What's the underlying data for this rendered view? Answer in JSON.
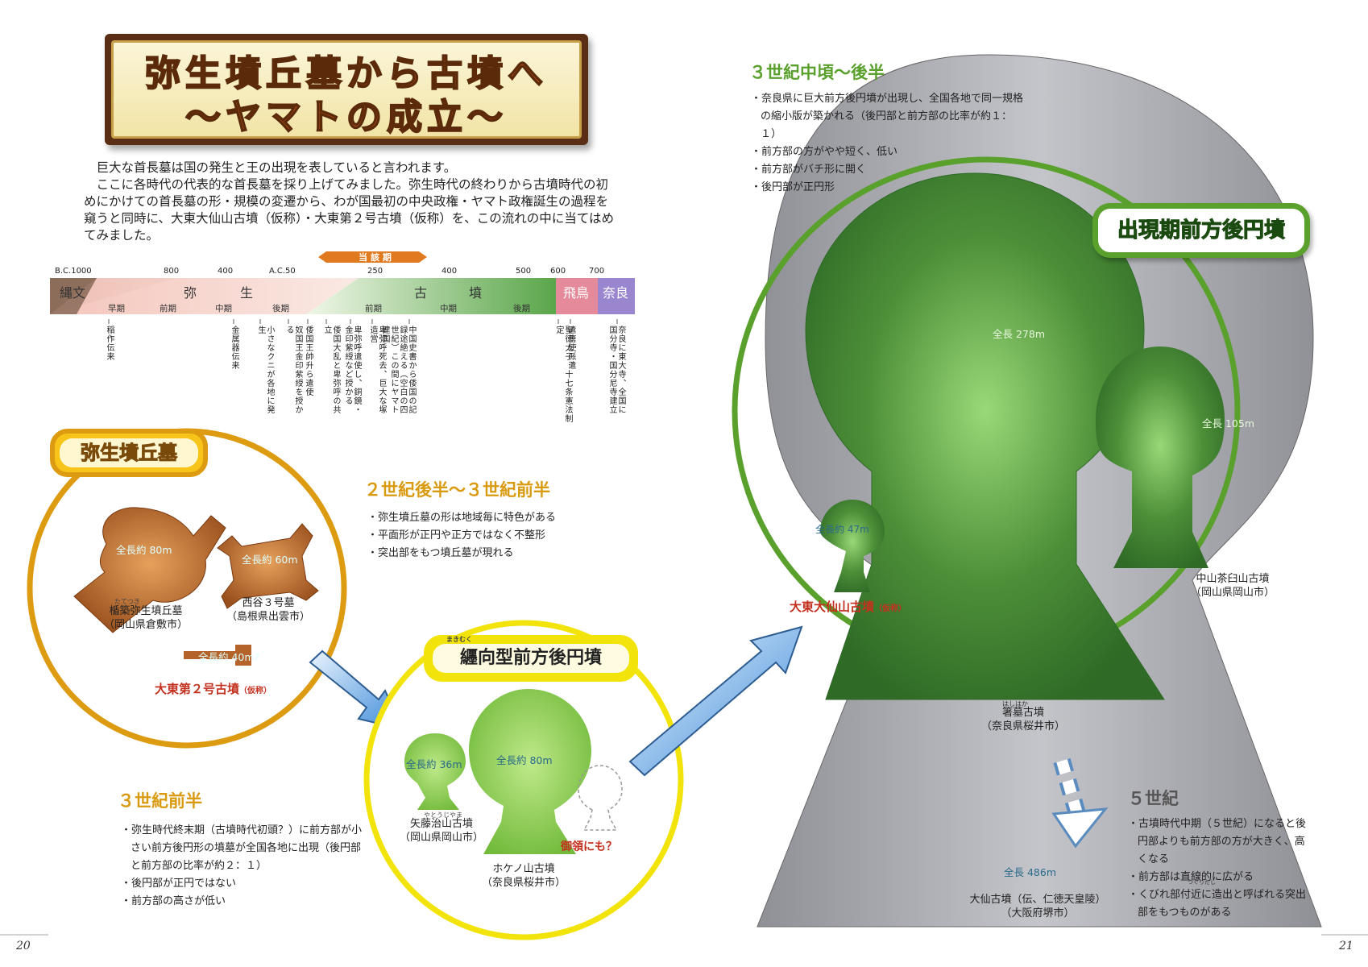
{
  "title": {
    "line1": "弥生墳丘墓から古墳へ",
    "line2": "～ヤマトの成立～"
  },
  "intro": {
    "p1": "巨大な首長墓は国の発生と王の出現を表していると言われます。",
    "p2": "ここに各時代の代表的な首長墓を採り上げてみました。弥生時代の終わりから古墳時代の初めにかけての首長墓の形・規模の変遷から、わが国最初の中央政権・ヤマト政権誕生の過程を窺うと同時に、大東大仙山古墳（仮称）・大東第２号古墳（仮称）を、この流れの中に当てはめてみました。"
  },
  "timeline": {
    "current_period_label": "当 該 期",
    "ticks": [
      "B.C.1000",
      "800",
      "400",
      "A.C.50",
      "250",
      "400",
      "500",
      "600",
      "700"
    ],
    "eras": {
      "jomon": "縄文",
      "yayoi1": "弥",
      "yayoi2": "生",
      "kofun1": "古",
      "kofun2": "墳",
      "asuka": "飛鳥",
      "nara": "奈良"
    },
    "sub_periods": {
      "early": "早期",
      "yayoi_first": "前期",
      "yayoi_middle": "中期",
      "yayoi_late": "後期",
      "kofun_first": "前期",
      "kofun_middle": "中期",
      "kofun_late": "後期"
    },
    "events": [
      "稲作伝来",
      "金属器伝来",
      "小さなクニが各地に発生",
      "奴国王金印紫綬を授かる",
      "倭国王帥升ら遣使",
      "倭国大乱と卑弥呼の共立",
      "卑弥呼遣使し、銅鏡・金印紫綬など授かる",
      "卑弥呼死去、巨大な塚造営",
      "中国史書から倭国の記録途絶える（空白の四世紀）この間にヤマト建国",
      "聖徳太子、十七条憲法制定",
      "遣唐使派遣",
      "奈良に東大寺、全国に国分寺・国分尼寺建立"
    ]
  },
  "yayoi_section": {
    "badge": "弥生墳丘墓",
    "heading": "２世紀後半～３世紀前半",
    "bullets": [
      "弥生墳丘墓の形は地域毎に特色がある",
      "平面形が正円や正方ではなく不整形",
      "突出部をもつ墳丘墓が現れる"
    ],
    "tatetsuki": {
      "length": "全長約 80m",
      "ruby": "たてつき",
      "name": "楯築弥生墳丘墓",
      "place": "（岡山県倉敷市）"
    },
    "nishidani": {
      "length": "全長約 60m",
      "name": "西谷３号墓",
      "place": "（島根県出雲市）"
    },
    "daito2": {
      "length": "全長約 40m?",
      "name": "大東第２号古墳",
      "note": "（仮称）"
    }
  },
  "makimuku_section": {
    "badge": "纒向型前方後円墳",
    "badge_ruby": "まきむく",
    "heading": "３世紀前半",
    "bullets": [
      "弥生時代終末期（古墳時代初頭？）に前方部が小さい前方後円形の墳墓が全国各地に出現（後円部と前方部の比率が約２：１）",
      "後円部が正円ではない",
      "前方部の高さが低い"
    ],
    "yato": {
      "length": "全長約 36m",
      "ruby": "やとうじやま",
      "name": "矢藤治山古墳",
      "place": "（岡山県岡山市）"
    },
    "hokenoyama": {
      "length": "全長約 80m",
      "name": "ホケノ山古墳",
      "place": "（奈良県桜井市）"
    },
    "gomyo": "御領にも？"
  },
  "shutsugen_section": {
    "badge": "出現期前方後円墳",
    "heading": "３世紀中頃～後半",
    "bullets": [
      "奈良県に巨大前方後円墳が出現し、全国各地で同一規格の縮小版が築かれる（後円部と前方部の比率が約１：１）",
      "前方部の方がやや短く、低い",
      "前方部がバチ形に開く",
      "後円部が正円形"
    ],
    "hashihaka": {
      "length": "全長 278m",
      "ruby": "はしはか",
      "name": "箸墓古墳",
      "place": "（奈良県桜井市）"
    },
    "nakayama": {
      "length": "全長 105m",
      "name": "中山茶臼山古墳",
      "place": "（岡山県岡山市）"
    },
    "daisen": {
      "length": "全長約 47m",
      "name": "大東大仙山古墳",
      "note": "（仮称）"
    }
  },
  "century5": {
    "heading": "５世紀",
    "bullets": [
      "古墳時代中期（５世紀）になると後円部よりも前方部の方が大きく、高くなる",
      "前方部は直線的に広がる",
      "くびれ部付近に造出と呼ばれる突出部をもつものがある"
    ],
    "ruby": "つくりだし",
    "daisen_kofun": {
      "length": "全長 486m",
      "name": "大仙古墳（伝、仁徳天皇陵）",
      "place": "（大阪府堺市）"
    }
  },
  "page_numbers": {
    "left": "20",
    "right": "21"
  },
  "colors": {
    "green": "#5aa02c",
    "orange": "#d99a10",
    "red": "#c4301e",
    "brown": "#b4642a",
    "yellow": "#f2e40a"
  }
}
